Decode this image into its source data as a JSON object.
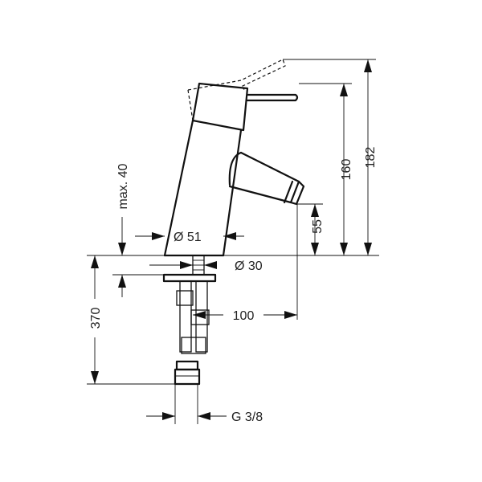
{
  "dimensions": {
    "height_total": "182",
    "height_lever": "160",
    "spout_height": "55",
    "max_thickness": "max. 40",
    "body_diameter": "Ø 51",
    "shank_diameter": "Ø 30",
    "spout_reach": "100",
    "hose_length": "370",
    "thread": "G 3/8"
  }
}
